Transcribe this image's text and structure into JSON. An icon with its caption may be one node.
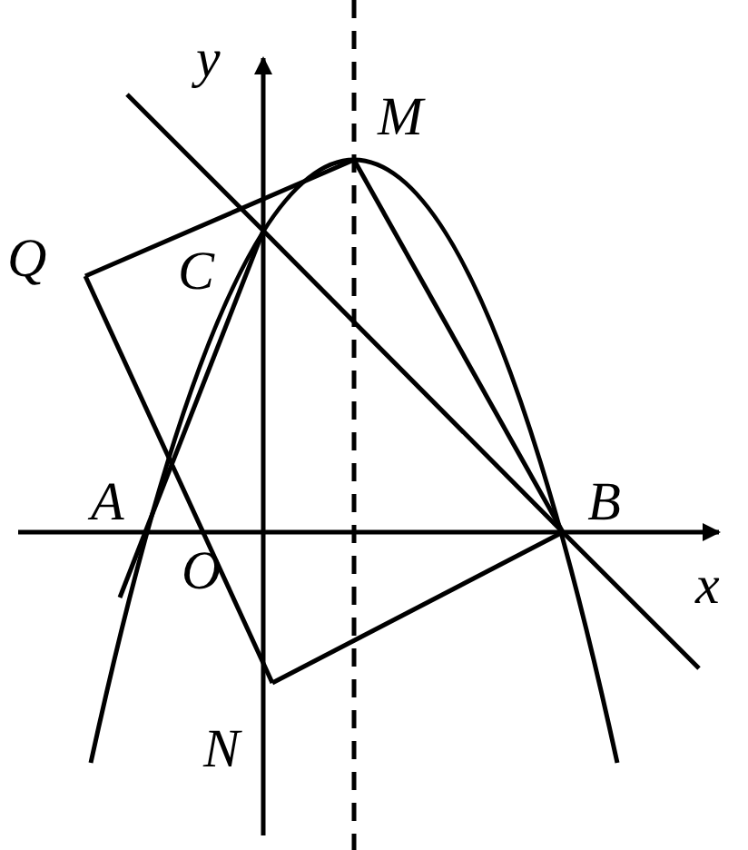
{
  "diagram": {
    "nodes": [
      {
        "text": [
          "M"
        ]
      },
      {
        "text": [
          "Q"
        ]
      },
      {
        "text": [
          "C"
        ]
      },
      {
        "text": [
          "A"
        ]
      },
      {
        "text": [
          "B"
        ]
      },
      {
        "text": [
          "N"
        ]
      }
    ],
    "edges": [
      {
        "from": 1,
        "to": 0,
        "arrow": "none"
      },
      {
        "from": 0,
        "to": 4,
        "arrow": "none"
      },
      {
        "from": 4,
        "to": 5,
        "arrow": "none"
      },
      {
        "from": 5,
        "to": 1,
        "arrow": "none"
      },
      {
        "from": 2,
        "to": 4,
        "arrow": "none"
      },
      {
        "from": 3,
        "to": 2,
        "arrow": "none"
      }
    ],
    "labels": [
      "y",
      "O",
      "x"
    ]
  }
}
